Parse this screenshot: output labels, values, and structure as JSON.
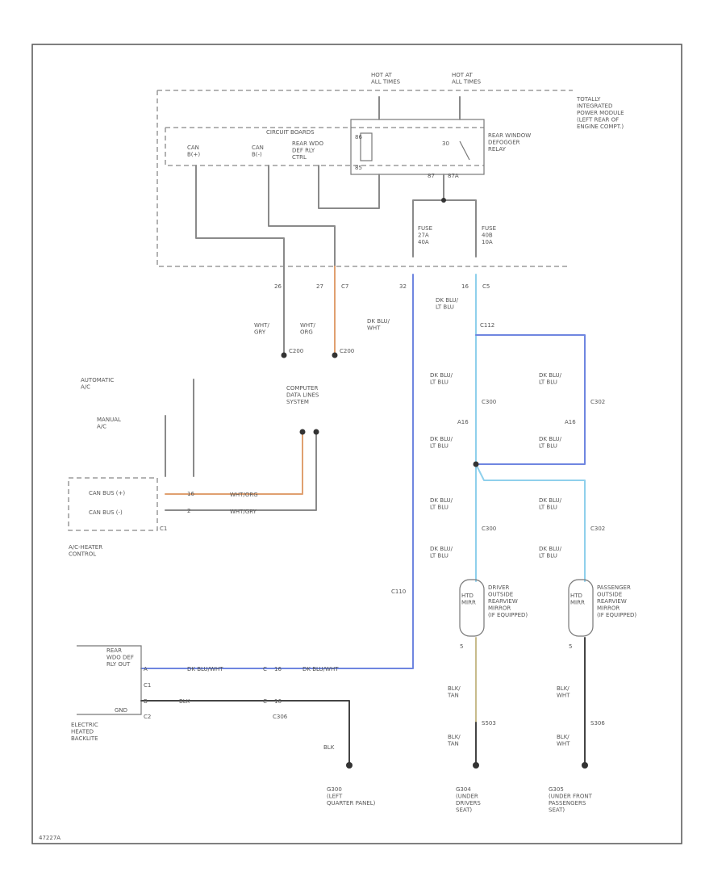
{
  "colors": {
    "frame": "#555555",
    "wire_gray": "#8a8a8a",
    "wire_orange": "#e0a070",
    "wire_blue": "#6f86e0",
    "wire_lightblue": "#8fd0ec",
    "wire_tan": "#c8bc8c",
    "wire_black": "#444444"
  },
  "labels": {
    "hot1": "HOT AT\nALL TIMES",
    "hot2": "HOT AT\nALL TIMES",
    "tipm": "TOTALLY\nINTEGRATED\nPOWER MODULE\n(LEFT REAR OF\nENGINE COMPT.)",
    "circuit_boards": "CIRCUIT BOARDS",
    "can_b1": "CAN\nB(+)",
    "can_b2": "CAN\nB(-)",
    "rear_wdo_sig": "REAR WDO\nDEF RLY\nCTRL",
    "relay": "REAR WINDOW\nDEFOGGER\nRELAY",
    "r86": "86",
    "r85": "85",
    "r30": "30",
    "r87": "87",
    "r87a": "87A",
    "fuse1": "FUSE\n27A\n40A",
    "fuse2": "FUSE\n40B\n10A",
    "pin_a": "26",
    "pin_b": "27",
    "pin_b_conn": "C7",
    "pin_c": "32",
    "pin_d": "16",
    "pin_d_conn": "C5",
    "wht_gry": "WHT/\nGRY",
    "wht_org": "WHT/\nORG",
    "dk_blu_wht": "DK BLU/\nWHT",
    "dk_blu_lt_blu_1": "DK BLU/\nLT BLU",
    "c2000_a": "C200",
    "c2004_a": "C200",
    "computer_data": "COMPUTER\nDATA LINES\nSYSTEM",
    "c112": "C112",
    "automatic_ac": "AUTOMATIC\nA/C",
    "manual_ac": "MANUAL\nA/C",
    "can_bus_p": "CAN BUS (+)",
    "can_bus_m": "CAN BUS (-)",
    "ac_pin_16": "16",
    "ac_pin_2": "2",
    "ac_conn": "C1",
    "ac_wht_org": "WHT/ORG",
    "ac_wht_gry": "WHT/GRY",
    "ac_heater_control": "A/C-HEATER\nCONTROL",
    "dk_blu_lt_blu_2": "DK BLU/\nLT BLU",
    "dk_blu_lt_blu_3": "DK BLU/\nLT BLU",
    "c300_a": "C300",
    "c302_a": "C302",
    "aw_a": "A16",
    "aw_b": "A16",
    "dk_blu_lt_blu_4": "DK BLU/\nLT BLU",
    "dk_blu_lt_blu_5": "DK BLU/\nLT BLU",
    "dk_blu_lt_blu_6": "DK BLU/\nLT BLU",
    "dk_blu_lt_blu_7": "DK BLU/\nLT BLU",
    "c300_b": "C300",
    "c302_b": "C302",
    "dk_blu_lt_blu_8": "DK BLU/\nLT BLU",
    "dk_blu_lt_blu_9": "DK BLU/\nLT BLU",
    "c110": "C110",
    "driver_mirror": "DRIVER\nOUTSIDE\nREARVIEW\nMIRROR\n(IF EQUIPPED)",
    "pass_mirror": "PASSENGER\nOUTSIDE\nREARVIEW\nMIRROR\n(IF EQUIPPED)",
    "heated_lbl_1": "HTD\nMIRR",
    "heated_lbl_2": "HTD\nMIRR",
    "mirror_pin_5a": "5",
    "mirror_pin_5b": "5",
    "rear_wdo_def_rly_out": "REAR\nWDO DEF\nRLY OUT",
    "backlite_pin_a": "A",
    "backlite_pin_b": "B",
    "backlite_conn_1": "C1",
    "backlite_conn_2": "C2",
    "backlite_wire_1": "DK BLU/WHT",
    "backlite_wire_2": "DK BLU/WHT",
    "backlite_gnd": "GND",
    "backlite_blk": "BLK",
    "c_letter_1": "C",
    "c_letter_2": "C",
    "c16a": "16",
    "c16b": "16",
    "c306": "C306",
    "electric_heated_backlite": "ELECTRIC\nHEATED\nBACKLITE",
    "blk_1": "BLK",
    "g300": "G300\n(LEFT\nQUARTER PANEL)",
    "blk_tan_1": "BLK/\nTAN",
    "blk_tan_2": "BLK/\nTAN",
    "s503": "S503",
    "g304": "G304\n(UNDER\nDRIVERS\nSEAT)",
    "blk_wht_1": "BLK/\nWHT",
    "blk_wht_2": "BLK/\nWHT",
    "s306": "S306",
    "g305": "G305\n(UNDER FRONT\nPASSENGERS\nSEAT)",
    "footer": "47227A"
  }
}
